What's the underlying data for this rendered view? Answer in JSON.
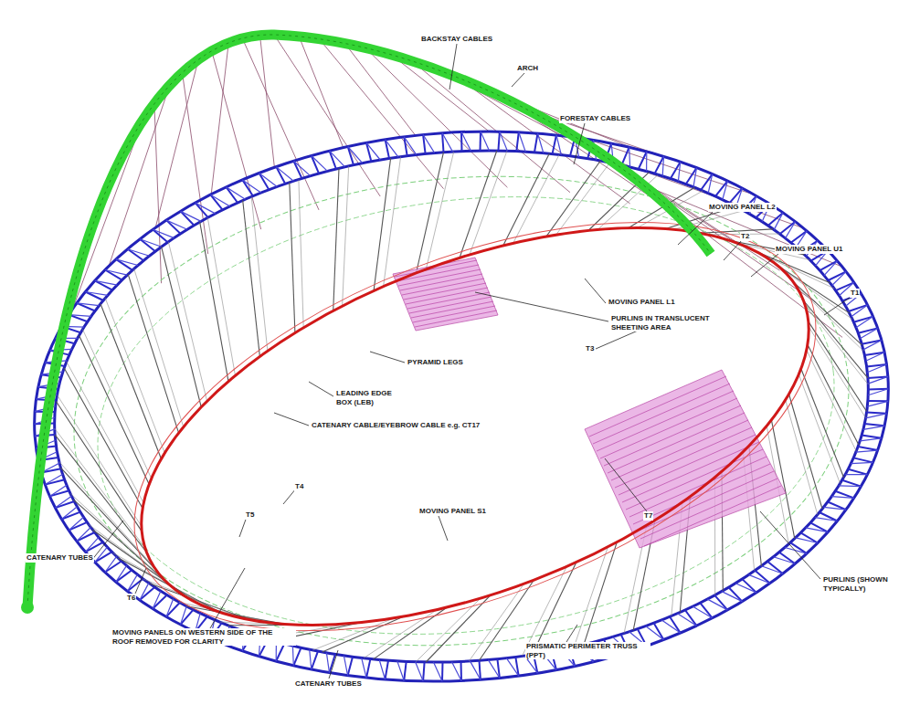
{
  "diagram": {
    "labels": [
      "BACKSTAY CABLES",
      "ARCH",
      "FORESTAY CABLES",
      "MOVING PANEL L2",
      "T2",
      "MOVING PANEL U1",
      "T1",
      "MOVING PANEL L1",
      "PURLINS IN TRANSLUCENT SHEETING AREA",
      "T3",
      "PYRAMID LEGS",
      "LEADING EDGE BOX (LEB)",
      "CATENARY CABLE/EYEBROW CABLE e.g. CT17",
      "T4",
      "T5",
      "MOVING PANEL S1",
      "PURLINS (SHOWN TYPICALLY)",
      "CATENARY TUBES",
      "T6",
      "MOVING PANELS ON WESTERN SIDE OF THE ROOF REMOVED FOR CLARITY",
      "CATENARY TUBES",
      "PRISMATIC PERIMETER TRUSS (PPT)",
      "T7"
    ]
  }
}
